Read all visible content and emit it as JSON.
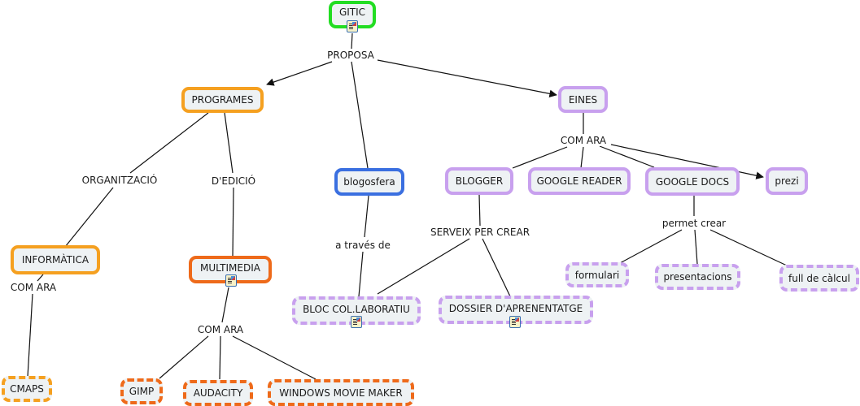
{
  "colors": {
    "green": "#22dd22",
    "orange_light": "#f5a020",
    "orange_dark": "#ee6a1a",
    "blue": "#3a6fe0",
    "purple": "#c8a0ee",
    "node_fill": "#eef2f4",
    "line": "#111111"
  },
  "concepts": {
    "gitic": "GITIC",
    "programes": "PROGRAMES",
    "eines": "EINES",
    "blogosfera": "blogosfera",
    "informatica": "INFORMÀTICA",
    "multimedia": "MULTIMEDIA",
    "cmaps": "CMAPS",
    "gimp": "GIMP",
    "audacity": "AUDACITY",
    "wmm": "WINDOWS MOVIE MAKER",
    "blocl": "BLOC COL.LABORATIU",
    "blogger": "BLOGGER",
    "greader": "GOOGLE READER",
    "gdocs": "GOOGLE DOCS",
    "prezi": "prezi",
    "dossier": "DOSSIER D'APRENENTATGE",
    "formulari": "formulari",
    "presentacions": "presentacions",
    "fullcalcul": "full de càlcul"
  },
  "linking_phrases": {
    "proposa": "PROPOSA",
    "organitzacio": "ORGANITZACIÓ",
    "dedicio": "D'EDICIÓ",
    "comara_info": "COM ARA",
    "comara_multi": "COM ARA",
    "atraves": "a través de",
    "comara_eines": "COM ARA",
    "serveix": "SERVEIX PER CREAR",
    "permet": "permet crear"
  },
  "resource_icon": "document-resource-icon"
}
